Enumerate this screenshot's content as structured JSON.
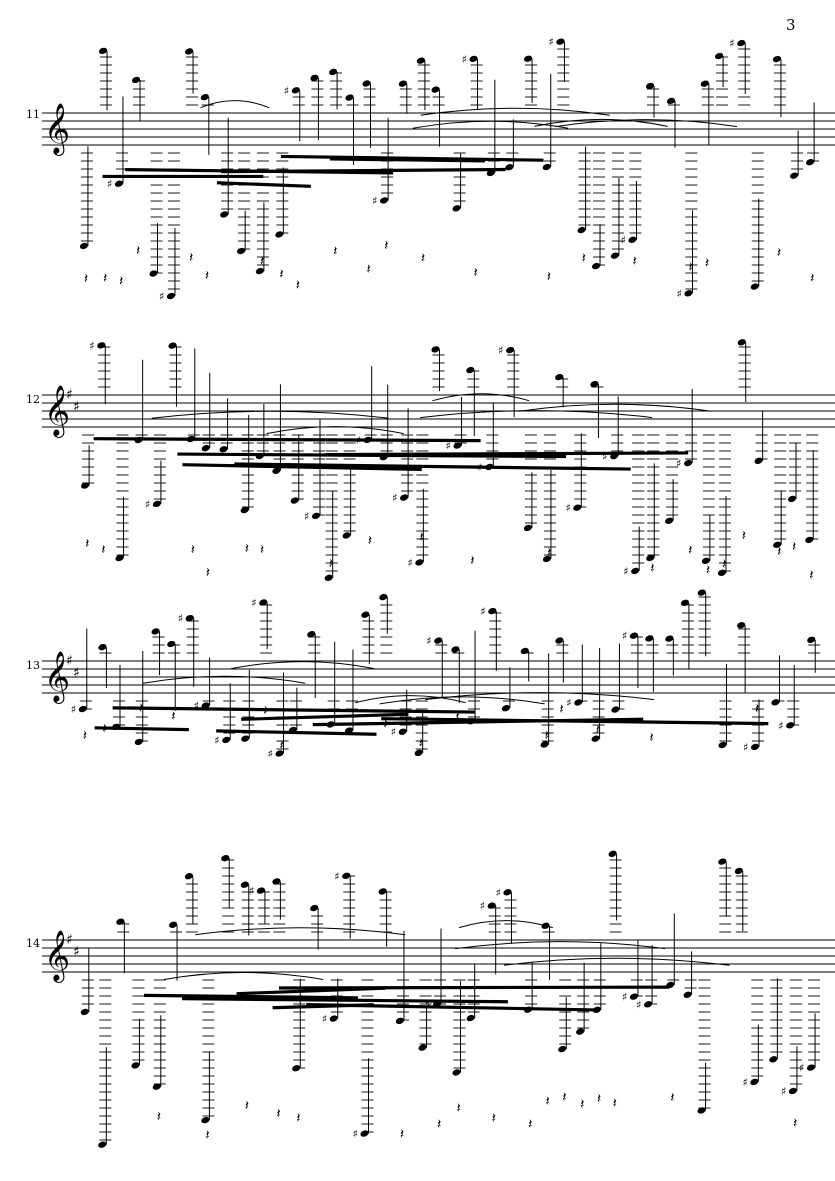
{
  "page_number": "3",
  "systems": [
    {
      "measure_number": "11"
    },
    {
      "measure_number": "12"
    },
    {
      "measure_number": "13"
    },
    {
      "measure_number": "14"
    }
  ]
}
